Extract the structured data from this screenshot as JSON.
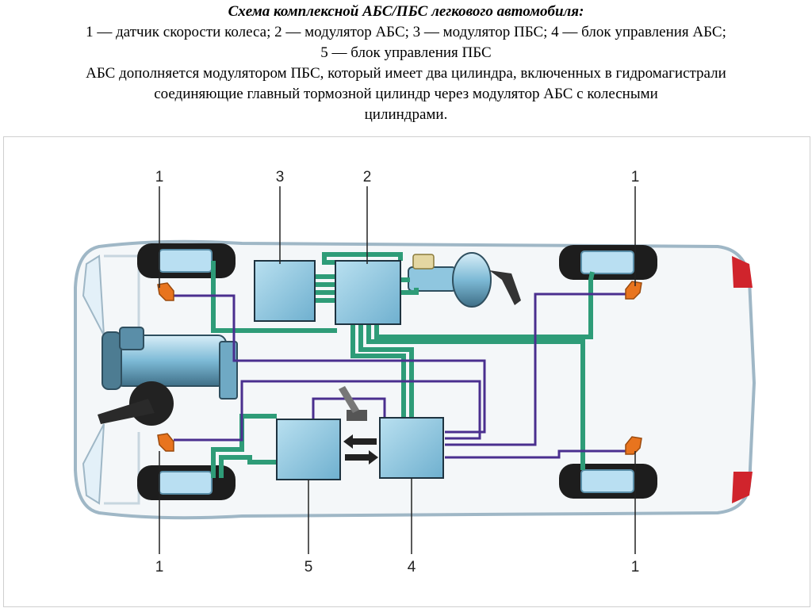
{
  "caption": {
    "title": "Схема комплексной АБС/ПБС легкового автомобиля:",
    "legend_line1": "1 — датчик скорости колеса; 2 — модулятор АБС; 3 — модулятор ПБС; 4 — блок управления АБС;",
    "legend_line2": "5 — блок управления ПБС",
    "description_line1": "АБС дополняется модулятором ПБС, который имеет два цилиндра, включенных в гидромагистрали",
    "description_line2": "соединяющие главный тормозной цилиндр через модулятор АБС с колесными",
    "description_line3": "цилиндрами."
  },
  "diagram": {
    "labels": {
      "sensor_top_left": "1",
      "sensor_top_right": "1",
      "sensor_bottom_left": "1",
      "sensor_bottom_right": "1",
      "pbs_modulator": "3",
      "abs_modulator": "2",
      "pbs_control_unit": "5",
      "abs_control_unit": "4"
    }
  },
  "colors": {
    "hydraulic_line": "#2e9c78",
    "signal_line": "#4a2f8f",
    "unit_fill": "#8fc6df",
    "sensor": "#e8741e",
    "tail_light": "#d0242c",
    "car_outline": "#9fb7c6"
  }
}
